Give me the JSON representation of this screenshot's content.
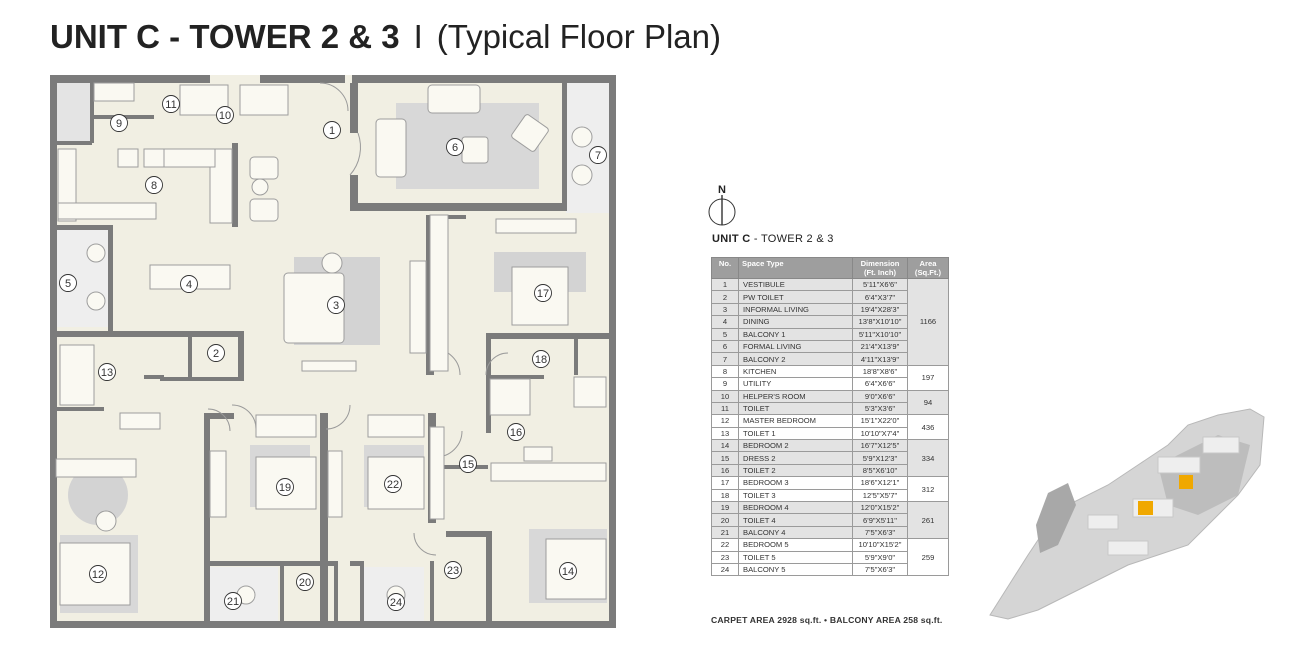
{
  "title": {
    "main": "UNIT C - TOWER 2 & 3",
    "separator": "I",
    "sub": "(Typical Floor Plan)"
  },
  "compass": {
    "label": "N"
  },
  "caption": {
    "unit": "UNIT C",
    "rest": " - TOWER 2 & 3"
  },
  "table": {
    "headers": {
      "no": "No.",
      "space": "Space Type",
      "dimension": "Dimension\n(Ft. Inch)",
      "area": "Area\n(Sq.Ft.)"
    },
    "rows": [
      {
        "no": "1",
        "space": "VESTIBULE",
        "dim": "5'11\"X6'6\""
      },
      {
        "no": "2",
        "space": "PW TOILET",
        "dim": "6'4\"X3'7\""
      },
      {
        "no": "3",
        "space": "INFORMAL LIVING",
        "dim": "19'4\"X28'3\""
      },
      {
        "no": "4",
        "space": "DINING",
        "dim": "13'8\"X10'10\""
      },
      {
        "no": "5",
        "space": "BALCONY 1",
        "dim": "5'11\"X10'10\""
      },
      {
        "no": "6",
        "space": "FORMAL LIVING",
        "dim": "21'4\"X13'9\""
      },
      {
        "no": "7",
        "space": "BALCONY 2",
        "dim": "4'11\"X13'9\""
      },
      {
        "no": "8",
        "space": "KITCHEN",
        "dim": "18'8\"X8'6\""
      },
      {
        "no": "9",
        "space": "UTILITY",
        "dim": "6'4\"X6'6\""
      },
      {
        "no": "10",
        "space": "HELPER'S ROOM",
        "dim": "9'0\"X6'6\""
      },
      {
        "no": "11",
        "space": "TOILET",
        "dim": "5'3\"X3'6\""
      },
      {
        "no": "12",
        "space": "MASTER BEDROOM",
        "dim": "15'1\"X22'0\""
      },
      {
        "no": "13",
        "space": "TOILET 1",
        "dim": "10'10\"X7'4\""
      },
      {
        "no": "14",
        "space": "BEDROOM 2",
        "dim": "16'7\"X12'5\""
      },
      {
        "no": "15",
        "space": "DRESS 2",
        "dim": "5'9\"X12'3\""
      },
      {
        "no": "16",
        "space": "TOILET 2",
        "dim": "8'5\"X6'10\""
      },
      {
        "no": "17",
        "space": "BEDROOM 3",
        "dim": "18'6\"X12'1\""
      },
      {
        "no": "18",
        "space": "TOILET 3",
        "dim": "12'5\"X5'7\""
      },
      {
        "no": "19",
        "space": "BEDROOM 4",
        "dim": "12'0\"X15'2\""
      },
      {
        "no": "20",
        "space": "TOILET 4",
        "dim": "6'9\"X5'11\""
      },
      {
        "no": "21",
        "space": "BALCONY 4",
        "dim": "7'5\"X6'3\""
      },
      {
        "no": "22",
        "space": "BEDROOM 5",
        "dim": "10'10\"X15'2\""
      },
      {
        "no": "23",
        "space": "TOILET 5",
        "dim": "5'9\"X9'0\""
      },
      {
        "no": "24",
        "space": "BALCONY 5",
        "dim": "7'5\"X6'3\""
      }
    ],
    "area_groups": [
      {
        "value": "1166",
        "rows": 7,
        "shade": true
      },
      {
        "value": "197",
        "rows": 2,
        "shade": false
      },
      {
        "value": "94",
        "rows": 2,
        "shade": true
      },
      {
        "value": "436",
        "rows": 2,
        "shade": false
      },
      {
        "value": "334",
        "rows": 3,
        "shade": true
      },
      {
        "value": "312",
        "rows": 2,
        "shade": false
      },
      {
        "value": "261",
        "rows": 3,
        "shade": true
      },
      {
        "value": "259",
        "rows": 3,
        "shade": false
      }
    ]
  },
  "footer": "CARPET AREA 2928 sq.ft.  •  BALCONY AREA 258 sq.ft.",
  "plan": {
    "room_labels": [
      "1",
      "2",
      "3",
      "4",
      "5",
      "6",
      "7",
      "8",
      "9",
      "10",
      "11",
      "12",
      "13",
      "14",
      "15",
      "16",
      "17",
      "18",
      "19",
      "20",
      "21",
      "22",
      "23",
      "24"
    ]
  },
  "colors": {
    "wall": "#7b7b7b",
    "floor": "#f1efe3",
    "rug": "#d3d3d3",
    "balcony": "#e4e4e4",
    "highlight": "#f0a800"
  },
  "icons": [
    "north-arrow-icon",
    "key-map"
  ]
}
